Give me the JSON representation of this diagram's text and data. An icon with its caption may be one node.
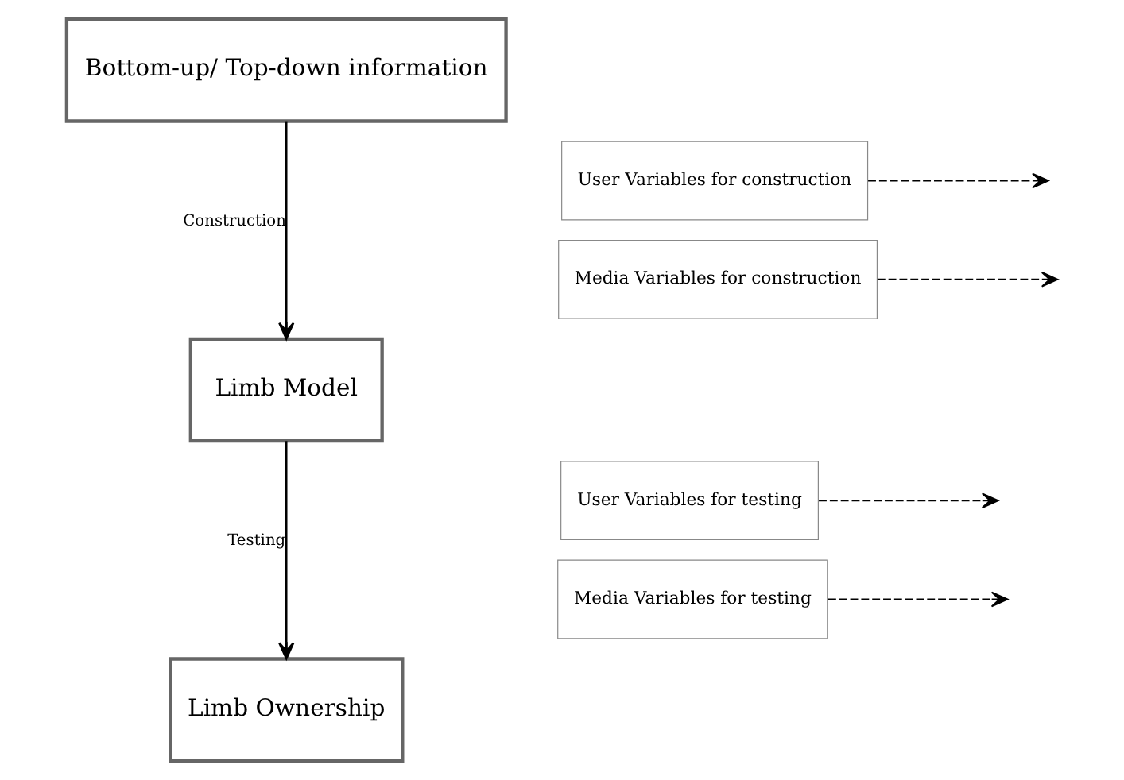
{
  "diagram": {
    "nodes": [
      {
        "text": [
          "Bottom-up/ Top-down information"
        ]
      },
      {
        "text": [
          "Limb Model"
        ]
      },
      {
        "text": [
          "Limb Ownership"
        ]
      },
      {
        "text": [
          "User Variables for construction"
        ]
      },
      {
        "text": [
          "Media Variables for construction"
        ]
      },
      {
        "text": [
          "User Variables for testing"
        ]
      },
      {
        "text": [
          "Media Variables for testing"
        ]
      }
    ],
    "edges": [
      {
        "from": 0,
        "to": 1,
        "arrow": "to",
        "label": "Construction"
      },
      {
        "from": 1,
        "to": 2,
        "arrow": "to",
        "label": "Testing"
      },
      {
        "from": 3,
        "to": null,
        "arrow": "to",
        "style": "dashed"
      },
      {
        "from": 4,
        "to": null,
        "arrow": "to",
        "style": "dashed"
      },
      {
        "from": 5,
        "to": null,
        "arrow": "to",
        "style": "dashed"
      },
      {
        "from": 6,
        "to": null,
        "arrow": "to",
        "style": "dashed"
      }
    ]
  }
}
